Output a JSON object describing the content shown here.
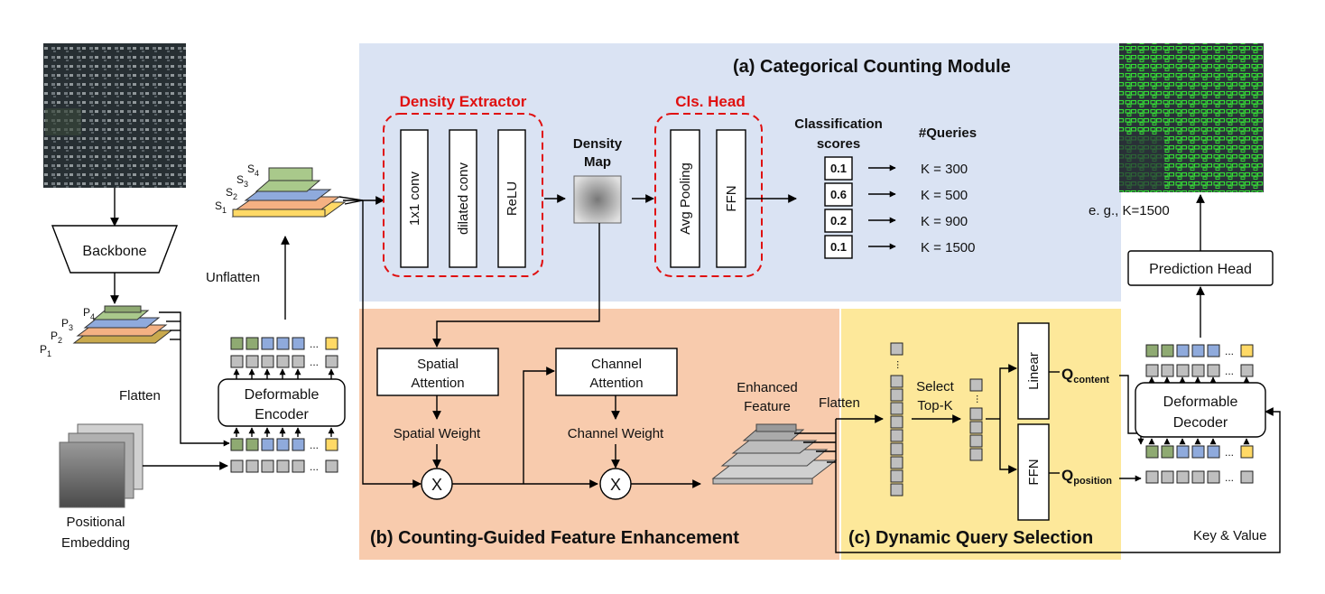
{
  "modules": {
    "a_title": "(a) Categorical Counting Module",
    "b_title": "(b) Counting-Guided Feature Enhancement",
    "c_title": "(c) Dynamic Query Selection"
  },
  "left": {
    "backbone": "Backbone",
    "flatten": "Flatten",
    "unflatten": "Unflatten",
    "encoder_line1": "Deformable",
    "encoder_line2": "Encoder",
    "pos_line1": "Positional",
    "pos_line2": "Embedding",
    "p1": "P",
    "p2": "P",
    "p3": "P",
    "p4": "P",
    "s1": "S",
    "s2": "S",
    "s3": "S",
    "s4": "S",
    "sub1": "1",
    "sub2": "2",
    "sub3": "3",
    "sub4": "4"
  },
  "density": {
    "title": "Density Extractor",
    "conv1": "1x1 conv",
    "conv2": "dilated conv",
    "relu": "ReLU",
    "map_line1": "Density",
    "map_line2": "Map"
  },
  "cls": {
    "title": "Cls. Head",
    "pool": "Avg Pooling",
    "ffn": "FFN",
    "scores_line1": "Classification",
    "scores_line2": "scores",
    "queries": "#Queries",
    "scores": [
      "0.1",
      "0.6",
      "0.2",
      "0.1"
    ],
    "k_values": [
      "K = 300",
      "K = 500",
      "K = 900",
      "K = 1500"
    ]
  },
  "enhance": {
    "spatial_line1": "Spatial",
    "spatial_line2": "Attention",
    "channel_line1": "Channel",
    "channel_line2": "Attention",
    "spatial_weight": "Spatial Weight",
    "channel_weight": "Channel Weight",
    "multiply": "X",
    "enhanced_line1": "Enhanced",
    "enhanced_line2": "Feature",
    "flatten": "Flatten"
  },
  "query": {
    "select_line1": "Select",
    "select_line2": "Top-K",
    "linear": "Linear",
    "ffn": "FFN",
    "q": "Q",
    "q_content": "content",
    "q_position": "position",
    "ellipsis": "..."
  },
  "right": {
    "example": "e. g., K=1500",
    "prediction_head": "Prediction Head",
    "decoder_line1": "Deformable",
    "decoder_line2": "Decoder",
    "key_value": "Key & Value"
  },
  "colors": {
    "module_a_bg": "#dae3f3",
    "module_b_bg": "#f8cbad",
    "module_c_bg": "#fde89a",
    "token_green": "#8faa72",
    "token_blue": "#8faadc",
    "token_gray": "#bfbfbf",
    "token_yellow": "#ffd966",
    "dashed_red": "#e01010"
  }
}
